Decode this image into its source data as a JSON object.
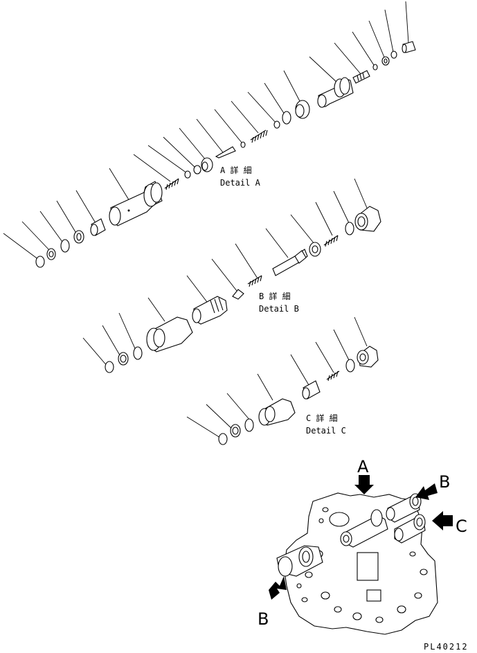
{
  "details": {
    "a": {
      "jp": "A 詳 細",
      "en": "Detail A"
    },
    "b": {
      "jp": "B 詳 細",
      "en": "Detail B"
    },
    "c": {
      "jp": "C 詳 細",
      "en": "Detail C"
    }
  },
  "view_labels": {
    "a_top": "A",
    "b_upper": "B",
    "c_right": "C",
    "b_lower": "B"
  },
  "drawing_code": "PL40212"
}
